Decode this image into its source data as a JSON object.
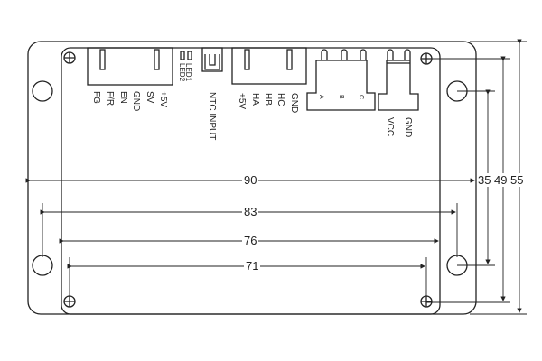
{
  "connectors": {
    "control": {
      "pins": [
        "FG",
        "F/R",
        "EN",
        "GND",
        "SV",
        "+5V"
      ]
    },
    "leds": [
      "LED1",
      "LED2"
    ],
    "ntc": {
      "label": "NTC INPUT"
    },
    "hall": {
      "pins": [
        "+5V",
        "HA",
        "HB",
        "HC",
        "GND"
      ]
    },
    "motor": {
      "pins": [
        "A",
        "B",
        "C"
      ]
    },
    "power": {
      "pins": [
        "VCC",
        "GND"
      ]
    }
  },
  "dimensions": {
    "width_outer": "90",
    "hole_span_large": "83",
    "board_width": "76",
    "hole_span_small": "71",
    "height_large_holes": "35",
    "height_small_holes": "49",
    "height_outer": "55"
  },
  "colors": {
    "line": "#222222",
    "background": "#ffffff"
  }
}
